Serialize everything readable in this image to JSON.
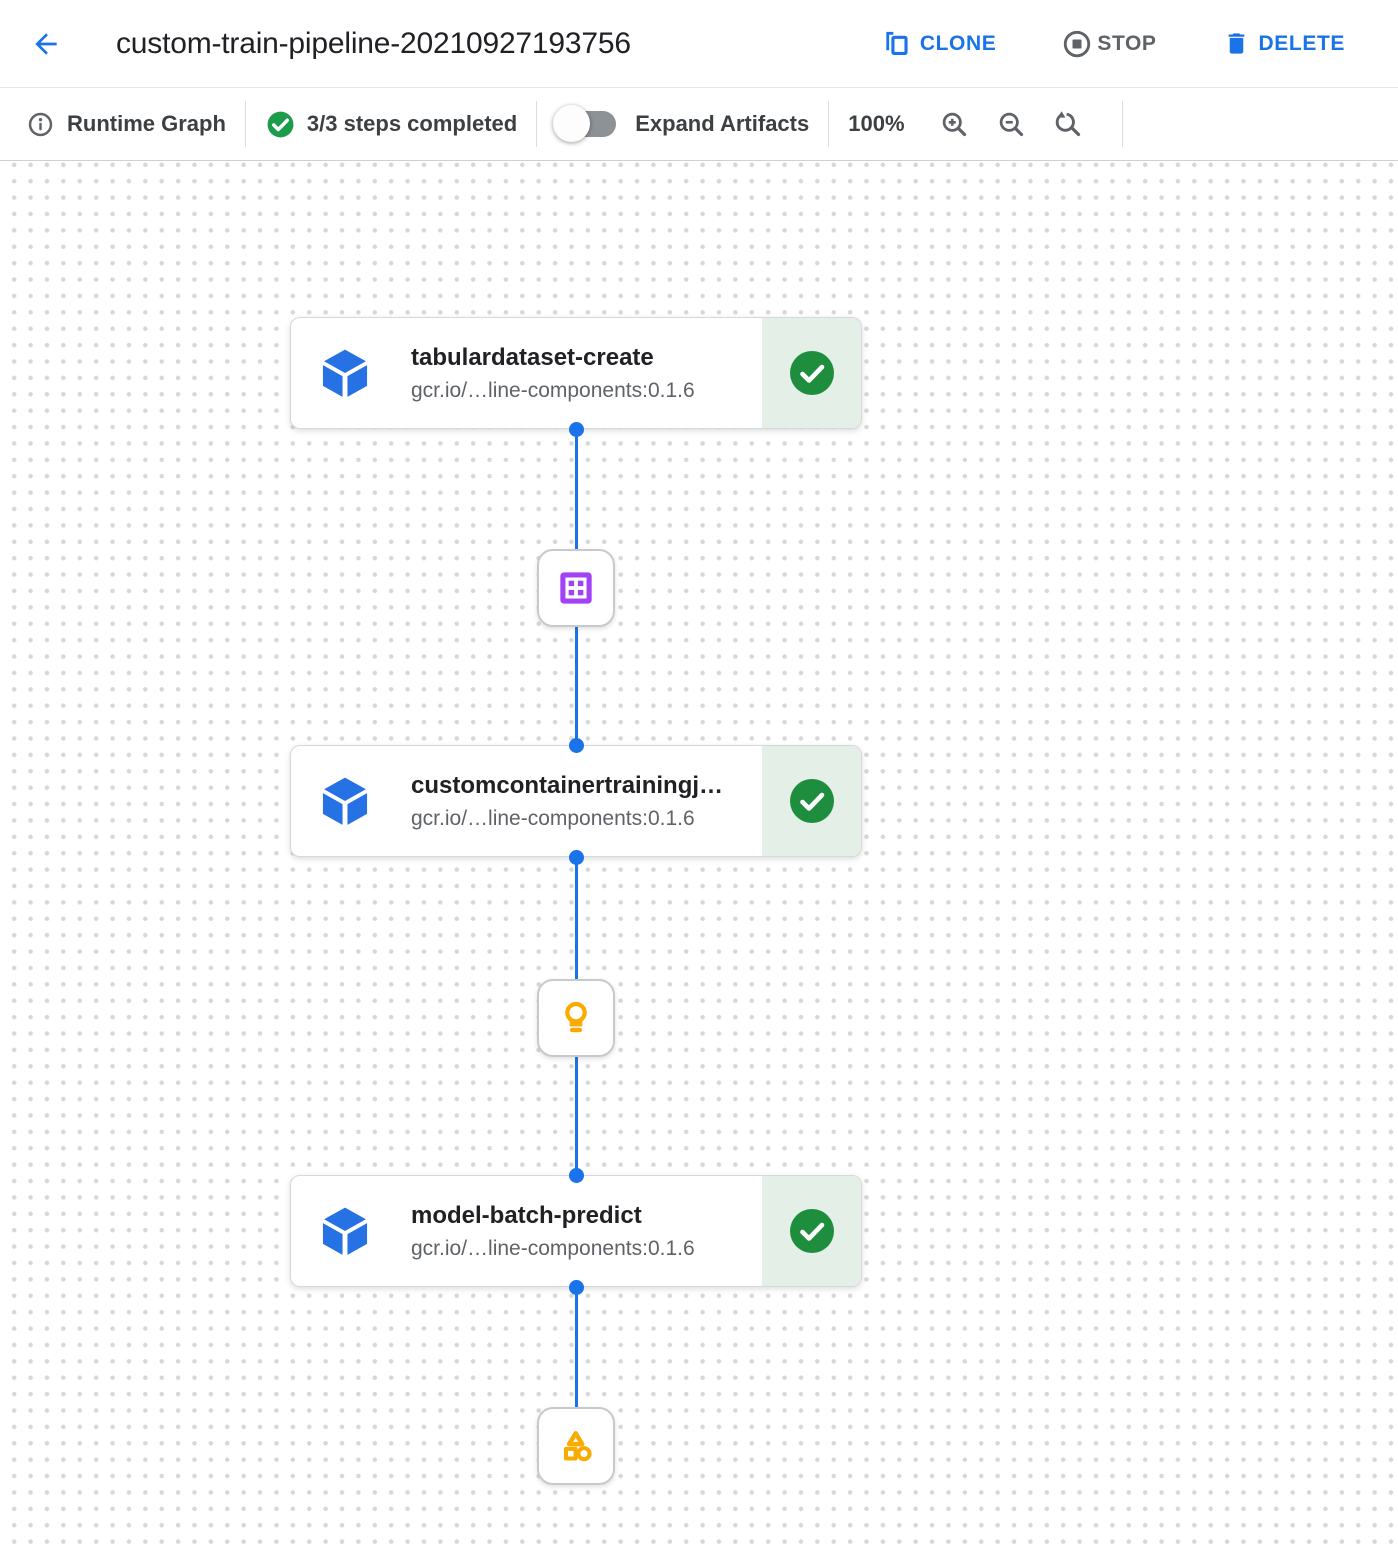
{
  "header": {
    "title": "custom-train-pipeline-20210927193756",
    "clone_label": "CLONE",
    "stop_label": "STOP",
    "delete_label": "DELETE"
  },
  "toolbar": {
    "view_label": "Runtime Graph",
    "steps_completed": "3/3 steps completed",
    "expand_artifacts_label": "Expand Artifacts",
    "expand_artifacts_state": "off",
    "zoom_level": "100%"
  },
  "graph": {
    "nodes": [
      {
        "title": "tabulardataset-create",
        "subtitle": "gcr.io/…line-components:0.1.6",
        "status": "completed"
      },
      {
        "title": "customcontainertrainingj…",
        "subtitle": "gcr.io/…line-components:0.1.6",
        "status": "completed"
      },
      {
        "title": "model-batch-predict",
        "subtitle": "gcr.io/…line-components:0.1.6",
        "status": "completed"
      }
    ],
    "artifacts": [
      {
        "type": "dataset",
        "icon": "dataset-icon"
      },
      {
        "type": "model",
        "icon": "model-icon"
      },
      {
        "type": "artifact",
        "icon": "shapes-icon"
      }
    ]
  },
  "colors": {
    "accent_blue": "#1a73e8",
    "node_icon_blue": "#2671e3",
    "success_green": "#1e8e3e",
    "success_badge_bg": "#e4f0e7",
    "dataset_purple": "#a142f4",
    "artifact_yellow": "#f9ab00",
    "text_primary": "#202124",
    "text_secondary": "#5f6368"
  }
}
